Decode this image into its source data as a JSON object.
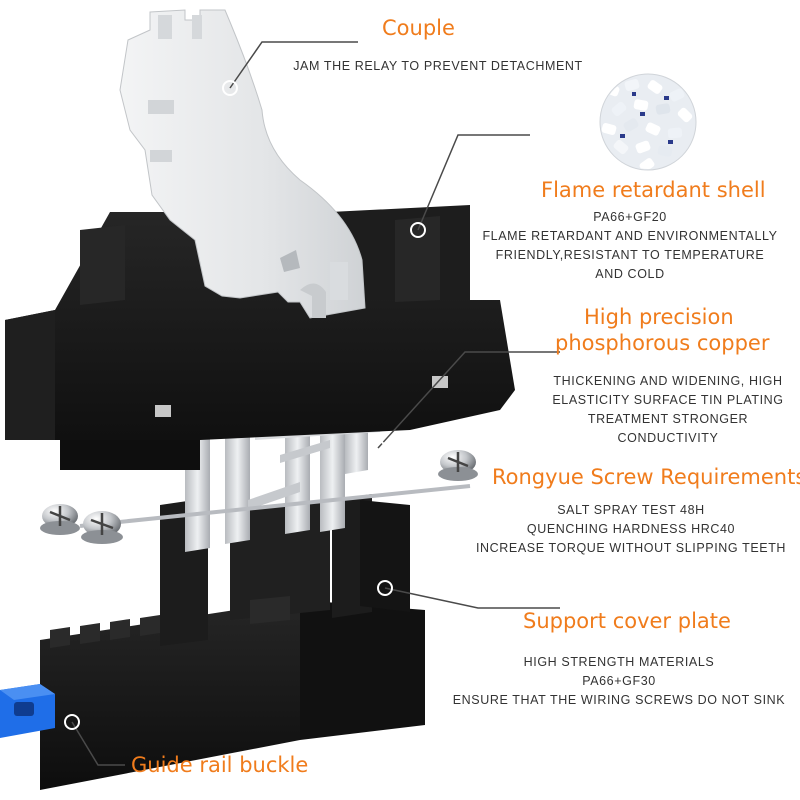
{
  "colors": {
    "accent": "#f07c1c",
    "text": "#333333",
    "leader": "#4a4a4a",
    "housing": "#151515",
    "clip": "#e8eaeb",
    "metal": "#c9ccd0",
    "buckle": "#1f6ee8"
  },
  "callouts": {
    "couple": {
      "title": "Couple",
      "lines": [
        "JAM THE RELAY TO PREVENT DETACHMENT"
      ]
    },
    "shell": {
      "title": "Flame retardant shell",
      "lines": [
        "PA66+GF20",
        "FLAME RETARDANT AND ENVIRONMENTALLY",
        "FRIENDLY,RESISTANT TO TEMPERATURE",
        "AND COLD"
      ]
    },
    "copper": {
      "title_line1": "High precision",
      "title_line2": "phosphorous copper",
      "lines": [
        "THICKENING AND WIDENING, HIGH",
        "ELASTICITY SURFACE TIN PLATING",
        "TREATMENT STRONGER",
        "CONDUCTIVITY"
      ]
    },
    "screw": {
      "title": "Rongyue Screw Requirements",
      "lines": [
        "SALT SPRAY TEST 48H",
        "QUENCHING HARDNESS HRC40",
        "INCREASE TORQUE WITHOUT SLIPPING TEETH"
      ]
    },
    "support": {
      "title": "Support cover plate",
      "lines": [
        "HIGH STRENGTH MATERIALS",
        "PA66+GF30",
        "ENSURE THAT THE WIRING SCREWS DO NOT SINK"
      ]
    },
    "rail": {
      "title": "Guide rail buckle"
    }
  }
}
